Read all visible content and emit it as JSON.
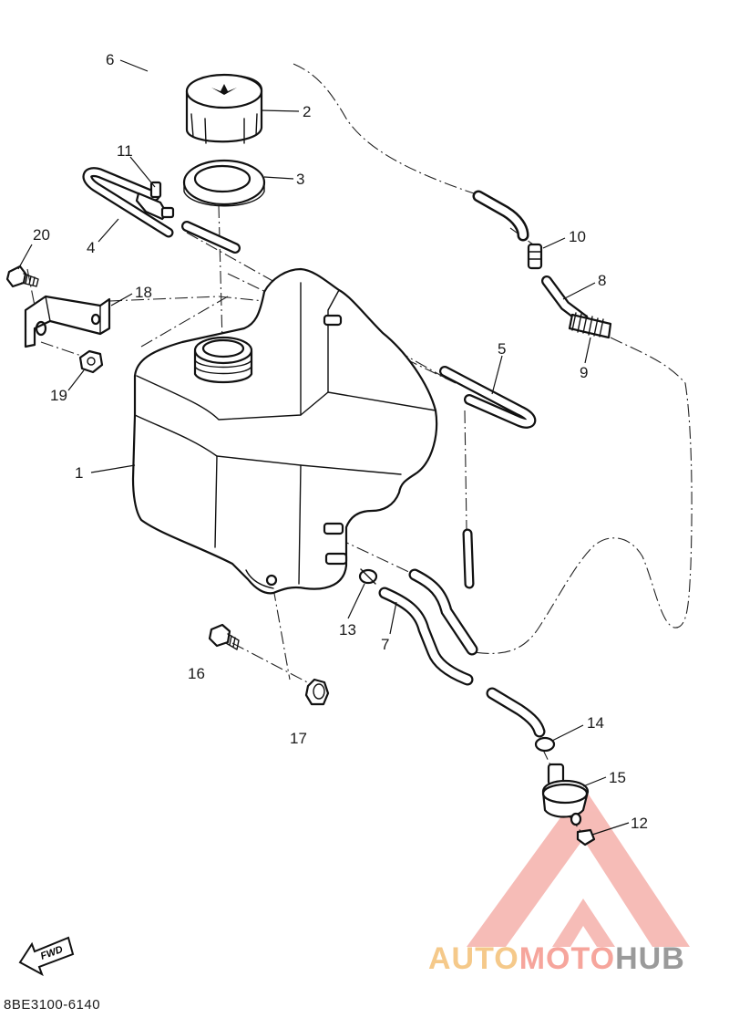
{
  "diagram": {
    "code": "8BE3100-6140",
    "fwd_label": "FWD",
    "callouts": [
      {
        "id": "c1",
        "label": "1"
      },
      {
        "id": "c2",
        "label": "2"
      },
      {
        "id": "c3",
        "label": "3"
      },
      {
        "id": "c4",
        "label": "4"
      },
      {
        "id": "c5",
        "label": "5"
      },
      {
        "id": "c6",
        "label": "6"
      },
      {
        "id": "c7",
        "label": "7"
      },
      {
        "id": "c8",
        "label": "8"
      },
      {
        "id": "c9",
        "label": "9"
      },
      {
        "id": "c10",
        "label": "10"
      },
      {
        "id": "c11",
        "label": "11"
      },
      {
        "id": "c12",
        "label": "12"
      },
      {
        "id": "c13",
        "label": "13"
      },
      {
        "id": "c14",
        "label": "14"
      },
      {
        "id": "c15",
        "label": "15"
      },
      {
        "id": "c16",
        "label": "16"
      },
      {
        "id": "c17",
        "label": "17"
      },
      {
        "id": "c18",
        "label": "18"
      },
      {
        "id": "c19",
        "label": "19"
      },
      {
        "id": "c20",
        "label": "20"
      }
    ]
  },
  "watermark": {
    "part1": "AUTO",
    "part2": "MOTO",
    "part3": "HUB",
    "colors": {
      "part1": "#f5c98a",
      "part2": "#f6a59c",
      "part3": "#9a9a9a",
      "triangle": "#f4a6a0"
    }
  }
}
